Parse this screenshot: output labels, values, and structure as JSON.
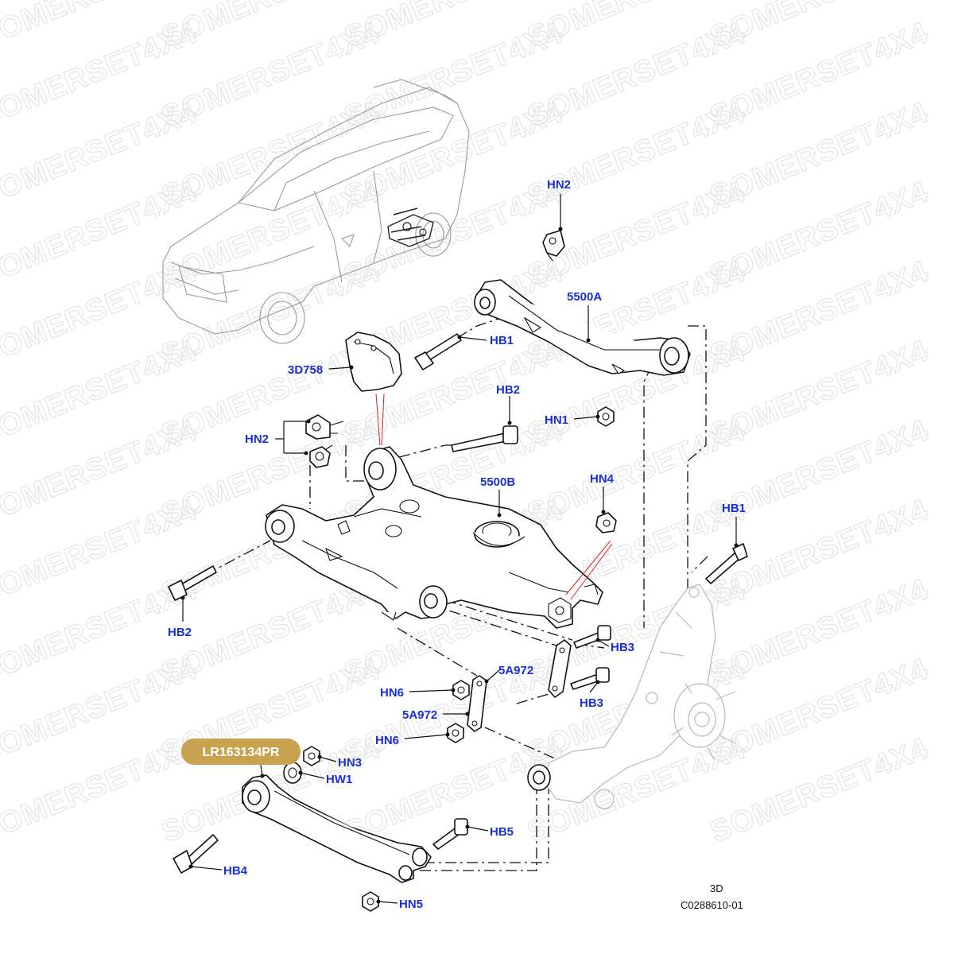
{
  "watermark_text": "SOMERSET4X4",
  "highlight": {
    "part_number": "LR163134PR",
    "color": "#c8a24e"
  },
  "labels": {
    "HN2_top": "HN2",
    "5500A": "5500A",
    "HB1_top": "HB1",
    "3D758": "3D758",
    "HB2_mid": "HB2",
    "HN1": "HN1",
    "HN2_left": "HN2",
    "5500B": "5500B",
    "HN4": "HN4",
    "HB1_right": "HB1",
    "HB2_left": "HB2",
    "HB3_upper": "HB3",
    "5A972_right": "5A972",
    "HN6_upper": "HN6",
    "HB3_lower": "HB3",
    "5A972_left": "5A972",
    "HN6_lower": "HN6",
    "HN3": "HN3",
    "HW1": "HW1",
    "HB5": "HB5",
    "HB4": "HB4",
    "HN5": "HN5"
  },
  "view_label": "3D",
  "drawing_code": "C0288610-01",
  "colors": {
    "label": "#1a2fd6",
    "leader": "#111111",
    "callout_red": "#e02020",
    "watermark": "#e4e4e4"
  }
}
